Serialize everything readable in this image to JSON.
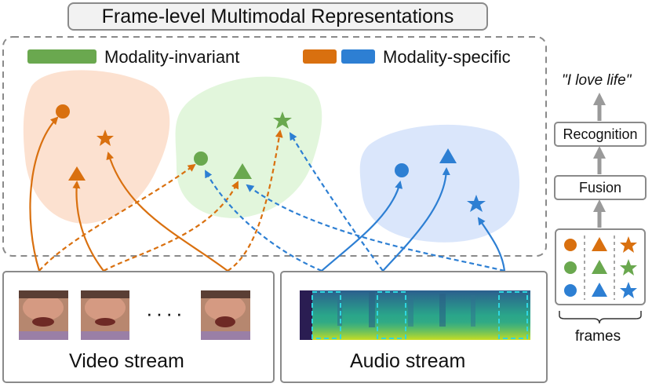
{
  "title": "Frame-level Multimodal Representations",
  "legend": {
    "invariant_label": "Modality-invariant",
    "specific_label": "Modality-specific"
  },
  "streams": {
    "video_label": "Video stream",
    "audio_label": "Audio stream",
    "ellipsis": "····"
  },
  "pipeline": {
    "output_text": "\"I love life\"",
    "recognition_label": "Recognition",
    "fusion_label": "Fusion",
    "frames_label": "frames"
  },
  "colors": {
    "video": "#d9700f",
    "audio": "#2d7fd3",
    "invariant": "#6aa84f",
    "video_region": "#fcdcc8",
    "invariant_region": "#dff5d8",
    "audio_region": "#d6e3fb",
    "border": "#8a8a8a"
  }
}
